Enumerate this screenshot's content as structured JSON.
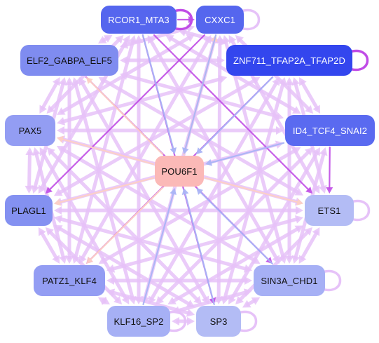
{
  "nodes": [
    {
      "id": "rcor1",
      "label": "RCOR1_MTA3",
      "color": "#5566ee",
      "dark": true
    },
    {
      "id": "cxxc1",
      "label": "CXXC1",
      "color": "#5566ee",
      "dark": true
    },
    {
      "id": "elf2",
      "label": "ELF2_GABPA_ELF5",
      "color": "#7f8cf0",
      "dark": false
    },
    {
      "id": "znf711",
      "label": "ZNF711_TFAP2A_TFAP2D",
      "color": "#3346ee",
      "dark": true
    },
    {
      "id": "pax5",
      "label": "PAX5",
      "color": "#939df3",
      "dark": false
    },
    {
      "id": "id4",
      "label": "ID4_TCF4_SNAI2",
      "color": "#5a6af0",
      "dark": true
    },
    {
      "id": "pou6f1",
      "label": "POU6F1",
      "color": "#fbb9b7",
      "dark": false
    },
    {
      "id": "plagl1",
      "label": "PLAGL1",
      "color": "#8491f1",
      "dark": false
    },
    {
      "id": "ets1",
      "label": "ETS1",
      "color": "#b3bcf5",
      "dark": false
    },
    {
      "id": "patz1",
      "label": "PATZ1_KLF4",
      "color": "#939df3",
      "dark": false
    },
    {
      "id": "sin3a",
      "label": "SIN3A_CHD1",
      "color": "#a6b0f5",
      "dark": false
    },
    {
      "id": "klf16",
      "label": "KLF16_SP2",
      "color": "#a6b0f5",
      "dark": false
    },
    {
      "id": "sp3",
      "label": "SP3",
      "color": "#b3bcf5",
      "dark": false
    }
  ],
  "edge_colors": {
    "light": "#e6c2f8",
    "strong": "#c04ce6",
    "blue": "#aab4f5",
    "peach": "#fdd0c4"
  },
  "edges": [
    {
      "from": "rcor1",
      "to": "elf2",
      "kind": "light"
    },
    {
      "from": "rcor1",
      "to": "pax5",
      "kind": "light"
    },
    {
      "from": "rcor1",
      "to": "plagl1",
      "kind": "light"
    },
    {
      "from": "rcor1",
      "to": "patz1",
      "kind": "light"
    },
    {
      "from": "rcor1",
      "to": "klf16",
      "kind": "light"
    },
    {
      "from": "rcor1",
      "to": "sp3",
      "kind": "strong"
    },
    {
      "from": "rcor1",
      "to": "sin3a",
      "kind": "light"
    },
    {
      "from": "rcor1",
      "to": "ets1",
      "kind": "strong"
    },
    {
      "from": "rcor1",
      "to": "id4",
      "kind": "light"
    },
    {
      "from": "rcor1",
      "to": "znf711",
      "kind": "light"
    },
    {
      "from": "rcor1",
      "to": "cxxc1",
      "kind": "strong"
    },
    {
      "from": "cxxc1",
      "to": "elf2",
      "kind": "light"
    },
    {
      "from": "cxxc1",
      "to": "pax5",
      "kind": "light"
    },
    {
      "from": "cxxc1",
      "to": "plagl1",
      "kind": "strong"
    },
    {
      "from": "cxxc1",
      "to": "patz1",
      "kind": "light"
    },
    {
      "from": "cxxc1",
      "to": "klf16",
      "kind": "light"
    },
    {
      "from": "cxxc1",
      "to": "sp3",
      "kind": "light"
    },
    {
      "from": "cxxc1",
      "to": "sin3a",
      "kind": "light"
    },
    {
      "from": "cxxc1",
      "to": "ets1",
      "kind": "light"
    },
    {
      "from": "cxxc1",
      "to": "id4",
      "kind": "light"
    },
    {
      "from": "znf711",
      "to": "elf2",
      "kind": "light"
    },
    {
      "from": "znf711",
      "to": "pax5",
      "kind": "light"
    },
    {
      "from": "znf711",
      "to": "plagl1",
      "kind": "light"
    },
    {
      "from": "znf711",
      "to": "patz1",
      "kind": "strong"
    },
    {
      "from": "znf711",
      "to": "klf16",
      "kind": "light"
    },
    {
      "from": "znf711",
      "to": "sp3",
      "kind": "light"
    },
    {
      "from": "znf711",
      "to": "sin3a",
      "kind": "light"
    },
    {
      "from": "znf711",
      "to": "ets1",
      "kind": "light"
    },
    {
      "from": "znf711",
      "to": "id4",
      "kind": "light"
    },
    {
      "from": "elf2",
      "to": "pax5",
      "kind": "light"
    },
    {
      "from": "elf2",
      "to": "plagl1",
      "kind": "light"
    },
    {
      "from": "elf2",
      "to": "patz1",
      "kind": "light"
    },
    {
      "from": "elf2",
      "to": "klf16",
      "kind": "light"
    },
    {
      "from": "elf2",
      "to": "sp3",
      "kind": "light"
    },
    {
      "from": "elf2",
      "to": "sin3a",
      "kind": "strong"
    },
    {
      "from": "elf2",
      "to": "ets1",
      "kind": "light"
    },
    {
      "from": "elf2",
      "to": "id4",
      "kind": "light"
    },
    {
      "from": "pax5",
      "to": "plagl1",
      "kind": "light"
    },
    {
      "from": "pax5",
      "to": "patz1",
      "kind": "light"
    },
    {
      "from": "pax5",
      "to": "klf16",
      "kind": "light"
    },
    {
      "from": "pax5",
      "to": "sp3",
      "kind": "light"
    },
    {
      "from": "pax5",
      "to": "sin3a",
      "kind": "light"
    },
    {
      "from": "pax5",
      "to": "ets1",
      "kind": "light"
    },
    {
      "from": "pax5",
      "to": "id4",
      "kind": "light"
    },
    {
      "from": "id4",
      "to": "plagl1",
      "kind": "light"
    },
    {
      "from": "id4",
      "to": "patz1",
      "kind": "light"
    },
    {
      "from": "id4",
      "to": "klf16",
      "kind": "light"
    },
    {
      "from": "id4",
      "to": "sp3",
      "kind": "light"
    },
    {
      "from": "id4",
      "to": "sin3a",
      "kind": "light"
    },
    {
      "from": "id4",
      "to": "ets1",
      "kind": "strong"
    },
    {
      "from": "plagl1",
      "to": "patz1",
      "kind": "light"
    },
    {
      "from": "plagl1",
      "to": "klf16",
      "kind": "light"
    },
    {
      "from": "plagl1",
      "to": "sp3",
      "kind": "light"
    },
    {
      "from": "plagl1",
      "to": "sin3a",
      "kind": "light"
    },
    {
      "from": "plagl1",
      "to": "ets1",
      "kind": "light"
    },
    {
      "from": "ets1",
      "to": "patz1",
      "kind": "light"
    },
    {
      "from": "ets1",
      "to": "klf16",
      "kind": "light"
    },
    {
      "from": "ets1",
      "to": "sp3",
      "kind": "light"
    },
    {
      "from": "ets1",
      "to": "sin3a",
      "kind": "light"
    },
    {
      "from": "patz1",
      "to": "klf16",
      "kind": "light"
    },
    {
      "from": "patz1",
      "to": "sp3",
      "kind": "light"
    },
    {
      "from": "patz1",
      "to": "sin3a",
      "kind": "light"
    },
    {
      "from": "sin3a",
      "to": "klf16",
      "kind": "light"
    },
    {
      "from": "sin3a",
      "to": "sp3",
      "kind": "light"
    },
    {
      "from": "klf16",
      "to": "sp3",
      "kind": "light"
    },
    {
      "from": "rcor1",
      "to": "pou6f1",
      "kind": "blue"
    },
    {
      "from": "cxxc1",
      "to": "pou6f1",
      "kind": "blue"
    },
    {
      "from": "znf711",
      "to": "pou6f1",
      "kind": "blue"
    },
    {
      "from": "id4",
      "to": "pou6f1",
      "kind": "blue"
    },
    {
      "from": "sp3",
      "to": "pou6f1",
      "kind": "blue"
    },
    {
      "from": "sin3a",
      "to": "pou6f1",
      "kind": "blue"
    },
    {
      "from": "klf16",
      "to": "pou6f1",
      "kind": "blue"
    },
    {
      "from": "pou6f1",
      "to": "elf2",
      "kind": "peach"
    },
    {
      "from": "pou6f1",
      "to": "pax5",
      "kind": "peach"
    },
    {
      "from": "pou6f1",
      "to": "plagl1",
      "kind": "peach"
    },
    {
      "from": "pou6f1",
      "to": "ets1",
      "kind": "peach"
    },
    {
      "from": "pou6f1",
      "to": "patz1",
      "kind": "peach"
    },
    {
      "from": "pou6f1",
      "to": "cxxc1",
      "kind": "peach"
    }
  ],
  "self_loops": [
    "rcor1",
    "cxxc1",
    "znf711",
    "ets1",
    "sin3a",
    "klf16",
    "sp3"
  ]
}
